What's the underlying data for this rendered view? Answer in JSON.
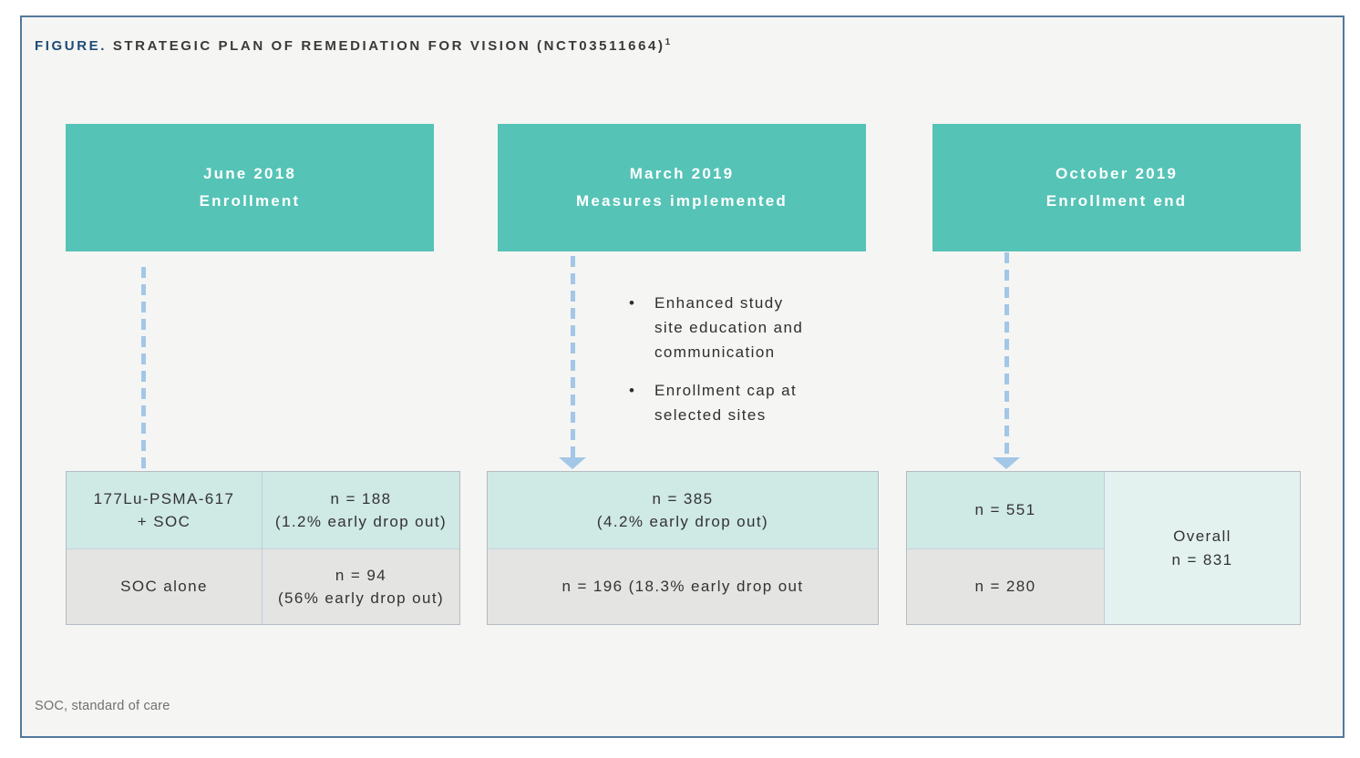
{
  "colors": {
    "teal": "#55c3b6",
    "light_teal": "#cfe9e5",
    "gray_row": "#e4e4e3",
    "overall_bg": "#e3f2ef",
    "arrow_blue": "#a3c7e6",
    "border_blue": "#54789e",
    "panel_bg": "#f5f5f4",
    "title_navy": "#1f4b73",
    "title_dark": "#3a3a3a"
  },
  "title": {
    "prefix": "FIGURE.",
    "text": " STRATEGIC PLAN OF REMEDIATION FOR VISION (NCT03511664)",
    "superscript": "1"
  },
  "milestones": [
    {
      "date": "June 2018",
      "label": "Enrollment"
    },
    {
      "date": "March 2019",
      "label": "Measures implemented"
    },
    {
      "date": "October 2019",
      "label": "Enrollment end"
    }
  ],
  "measures": {
    "bullets": [
      {
        "lines": [
          "Enhanced study",
          "site education and",
          "communication"
        ]
      },
      {
        "lines": [
          "Enrollment cap at",
          "selected sites"
        ]
      }
    ],
    "bullet_glyph": "•"
  },
  "results": {
    "june": {
      "lu_arm_l1": "177Lu-PSMA-617",
      "lu_arm_l2": "+ SOC",
      "lu_n_l1": "n = 188",
      "lu_n_l2": "(1.2% early drop out)",
      "soc_arm": "SOC alone",
      "soc_n_l1": "n = 94",
      "soc_n_l2": "(56% early drop out)"
    },
    "march": {
      "lu_n_l1": "n = 385",
      "lu_n_l2": "(4.2% early drop out)",
      "soc_n": "n = 196 (18.3% early drop out"
    },
    "october": {
      "lu_n": "n = 551",
      "soc_n": "n = 280",
      "overall_l1": "Overall",
      "overall_l2": "n = 831"
    }
  },
  "footnote": "SOC, standard of care"
}
